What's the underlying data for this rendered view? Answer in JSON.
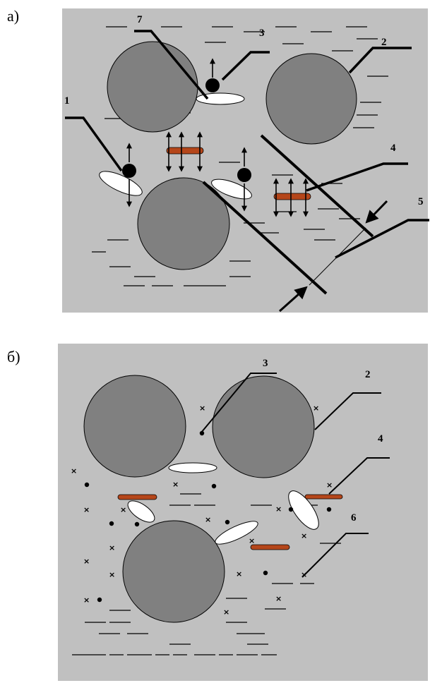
{
  "panels": {
    "a": {
      "label": "а)",
      "callouts": [
        "1",
        "2",
        "3",
        "4",
        "5",
        "7"
      ]
    },
    "b": {
      "label": "б)",
      "callouts": [
        "2",
        "3",
        "4",
        "6"
      ]
    }
  },
  "colors": {
    "background": "#c0c0c0",
    "grain": "#808080",
    "clay_particle": "#b5461a",
    "bubble": "#ffffff",
    "ink": "#000000"
  }
}
